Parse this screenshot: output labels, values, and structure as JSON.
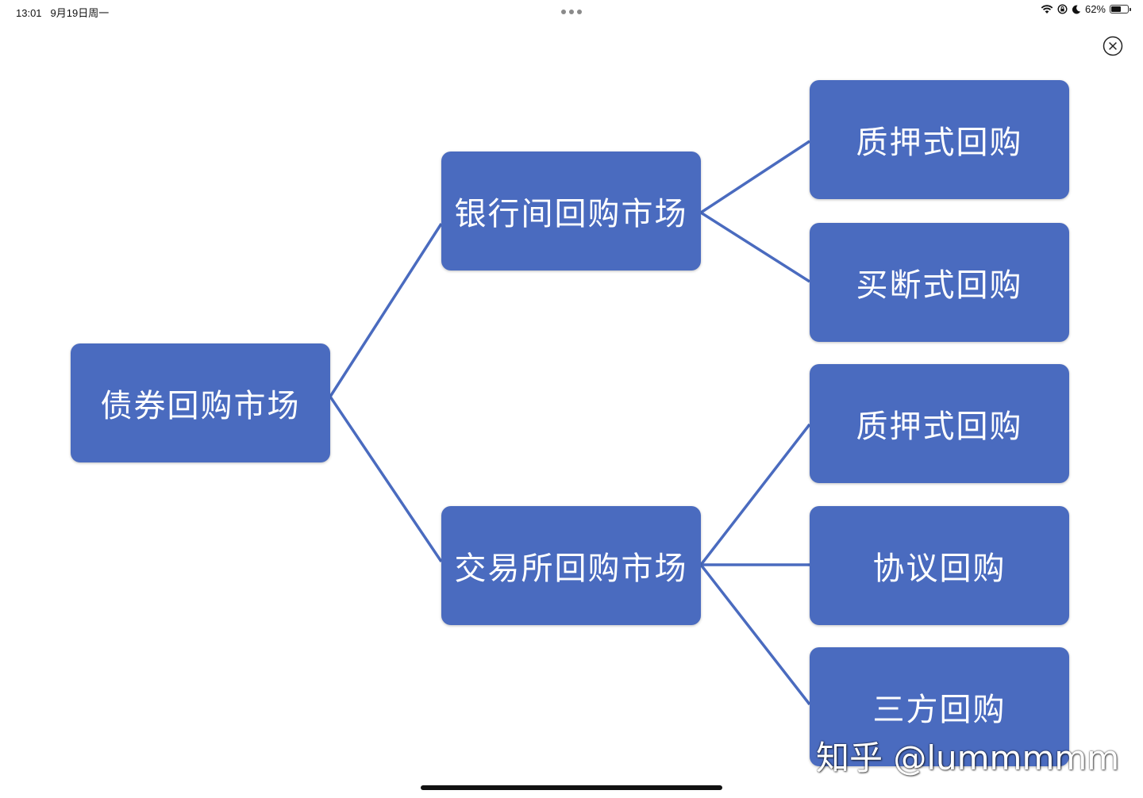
{
  "status_bar": {
    "time": "13:01",
    "date": "9月19日周一",
    "battery_percent": "62%",
    "battery_level": 0.62,
    "icons": [
      "wifi-icon",
      "screen-lock-icon",
      "moon-icon",
      "battery-icon"
    ]
  },
  "viewer": {
    "close_icon": "close-icon"
  },
  "diagram": {
    "root": "债券回购市场",
    "branches": [
      {
        "label": "银行间回购市场",
        "children": [
          "质押式回购",
          "买断式回购"
        ]
      },
      {
        "label": "交易所回购市场",
        "children": [
          "质押式回购",
          "协议回购",
          "三方回购"
        ]
      }
    ],
    "node_color": "#4a6bbf",
    "connector_color": "#4a6bbf"
  },
  "watermark": "知乎 @lummmmm"
}
